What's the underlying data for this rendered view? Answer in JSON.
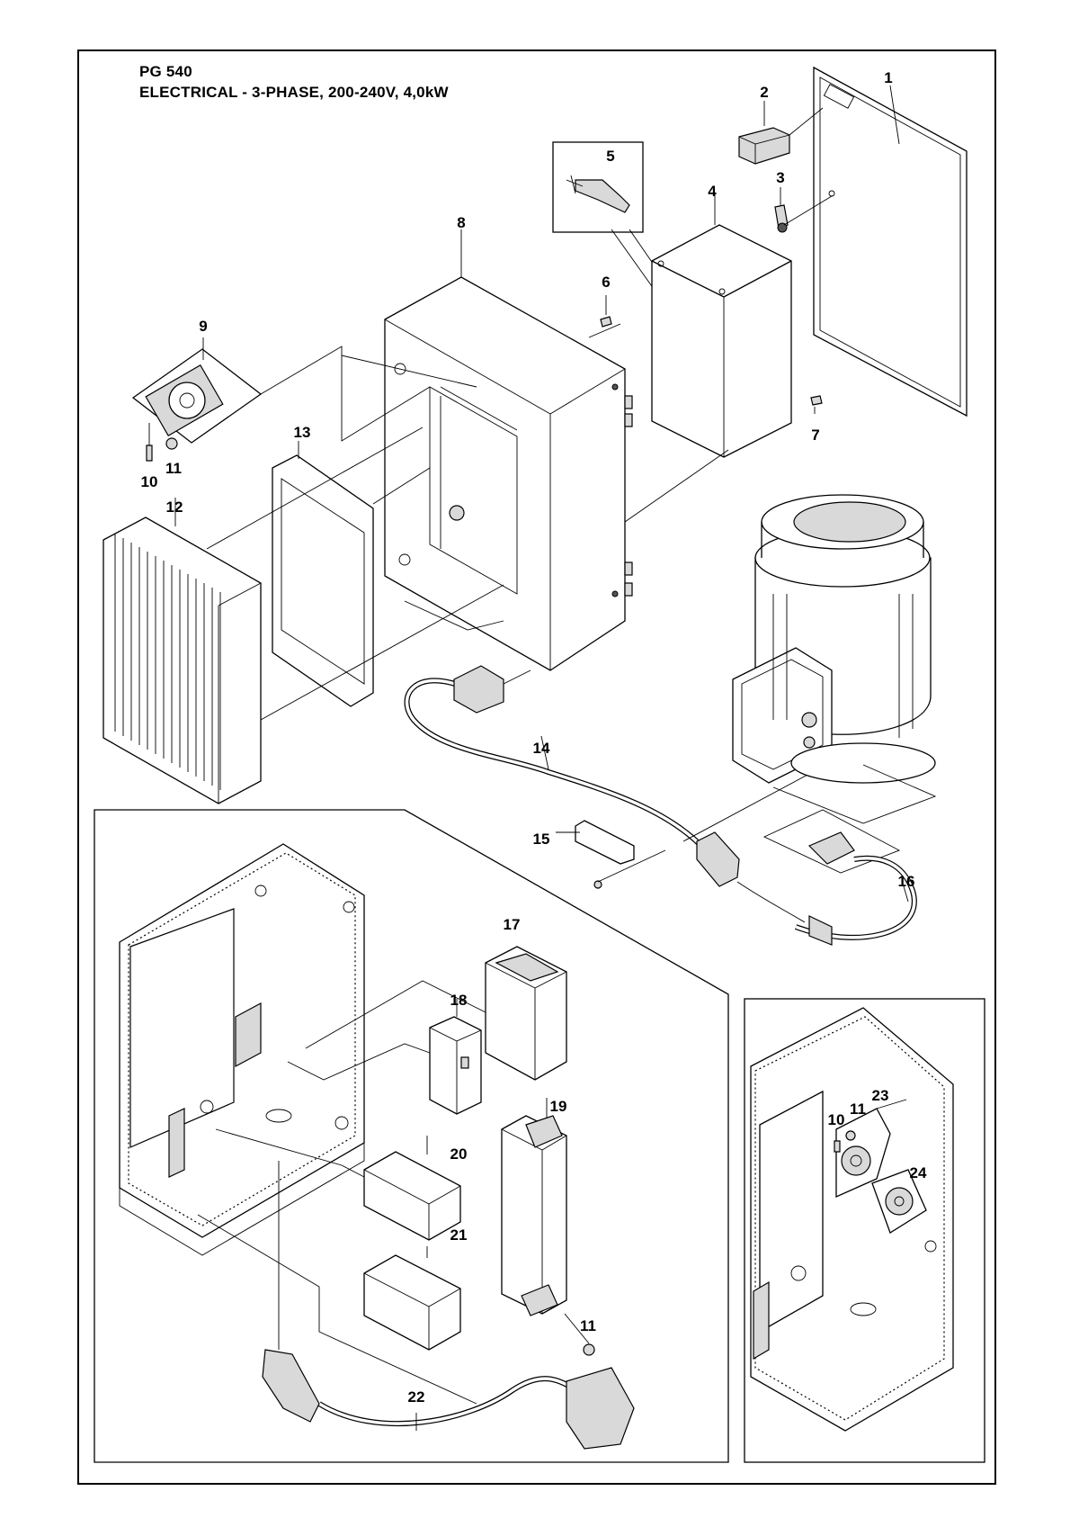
{
  "title": {
    "line1": "PG 540",
    "line2": "ELECTRICAL - 3-PHASE, 200-240V, 4,0kW"
  },
  "callouts": {
    "c1": "1",
    "c2": "2",
    "c3": "3",
    "c4": "4",
    "c5": "5",
    "c6": "6",
    "c7": "7",
    "c8": "8",
    "c9": "9",
    "c10a": "10",
    "c11a": "11",
    "c12": "12",
    "c13": "13",
    "c14": "14",
    "c15": "15",
    "c16": "16",
    "c17": "17",
    "c18": "18",
    "c19": "19",
    "c20": "20",
    "c21": "21",
    "c22": "22",
    "c11b": "11",
    "c10b": "10",
    "c11c": "11",
    "c23": "23",
    "c24": "24"
  }
}
